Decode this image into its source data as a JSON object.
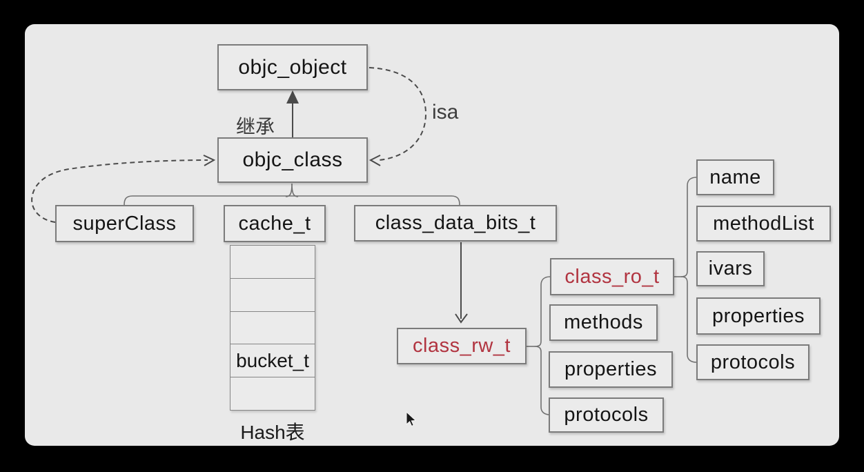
{
  "diagram": {
    "nodes": {
      "objc_object": {
        "label": "objc_object"
      },
      "objc_class": {
        "label": "objc_class"
      },
      "superclass": {
        "label": "superClass"
      },
      "cache_t": {
        "label": "cache_t"
      },
      "class_data_bits_t": {
        "label": "class_data_bits_t"
      },
      "class_rw_t": {
        "label": "class_rw_t"
      },
      "class_ro_t": {
        "label": "class_ro_t"
      },
      "methods": {
        "label": "methods"
      },
      "properties_rw": {
        "label": "properties"
      },
      "protocols_rw": {
        "label": "protocols"
      },
      "name": {
        "label": "name"
      },
      "method_list": {
        "label": "methodList"
      },
      "ivars": {
        "label": "ivars"
      },
      "properties_ro": {
        "label": "properties"
      },
      "protocols_ro": {
        "label": "protocols"
      },
      "bucket_t": {
        "label": "bucket_t"
      }
    },
    "labels": {
      "inheritance": "继承",
      "isa": "isa",
      "hash_table": "Hash表"
    },
    "colors": {
      "accent_red": "#b13440",
      "line": "#4a4a4a",
      "brace": "#707070",
      "box_border": "#7b7b7b",
      "box_bg": "#ebebeb",
      "panel_bg": "#e9e9e9"
    }
  }
}
